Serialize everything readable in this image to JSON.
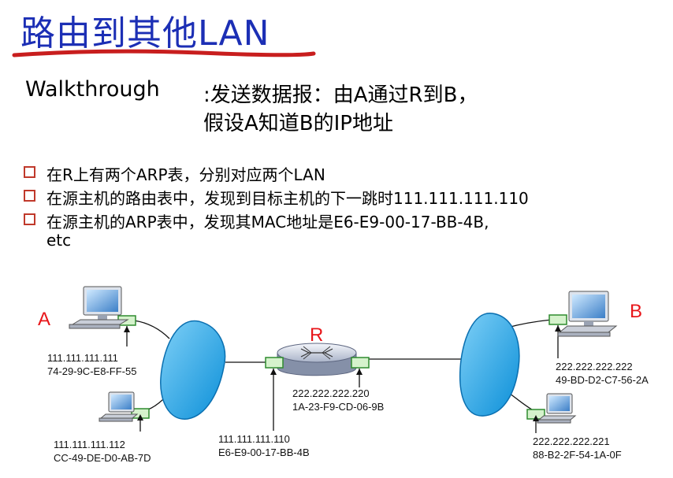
{
  "title": "路由到其他LAN",
  "walkthrough": {
    "label": "Walkthrough",
    "line1": ":发送数据报：由A通过R到B，",
    "line2": "假设A知道B的IP地址"
  },
  "bullets": [
    "在R上有两个ARP表，分别对应两个LAN",
    "在源主机的路由表中，发现到目标主机的下一跳时111.111.111.110",
    "在源主机的ARP表中，发现其MAC地址是E6-E9-00-17-BB-4B,"
  ],
  "bullet_continuation": "etc",
  "nodes": {
    "a_label": "A",
    "b_label": "B",
    "r_label": "R"
  },
  "hosts": {
    "a_ip": "111.111.111.111",
    "a_mac": "74-29-9C-E8-FF-55",
    "a2_ip": "111.111.111.112",
    "a2_mac": "CC-49-DE-D0-AB-7D",
    "r_left_ip": "111.111.111.110",
    "r_left_mac": "E6-E9-00-17-BB-4B",
    "r_right_ip": "222.222.222.220",
    "r_right_mac": "1A-23-F9-CD-06-9B",
    "b_ip": "222.222.222.222",
    "b_mac": "49-BD-D2-C7-56-2A",
    "b2_ip": "222.222.222.221",
    "b2_mac": "88-B2-2F-54-1A-0F"
  },
  "colors": {
    "title": "#1c2fb5",
    "underline": "#c81e1e",
    "node_letter": "#e8161a",
    "cloud": "#0b9be0",
    "interface": "#2e8b2e"
  }
}
